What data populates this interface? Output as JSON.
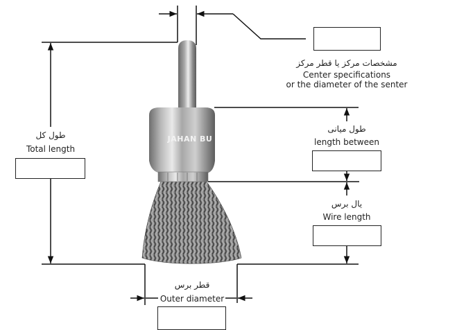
{
  "diagram": {
    "subject": "Wire cup brush with shank",
    "brand_engraving": "JAHAN BU",
    "colors": {
      "line": "#111111",
      "metal_light": "#d8d8d8",
      "metal_dark": "#5a5a5a",
      "wire": "#3a3a3a",
      "background": "#ffffff"
    }
  },
  "labels": {
    "center": {
      "fa": "مشخصات مرکز یا قطر مرکز",
      "en_line1": "Center specifications",
      "en_line2": "or the diameter of the senter",
      "value": ""
    },
    "total_length": {
      "fa": "طول کل",
      "en": "Total length",
      "value": ""
    },
    "length_between": {
      "fa": "طول میانی",
      "en": "length between",
      "value": ""
    },
    "wire_length": {
      "fa": "یال برس",
      "en": "Wire length",
      "value": ""
    },
    "outer_diameter": {
      "fa": "قطر برس",
      "en": "Outer diameter",
      "value": ""
    }
  }
}
